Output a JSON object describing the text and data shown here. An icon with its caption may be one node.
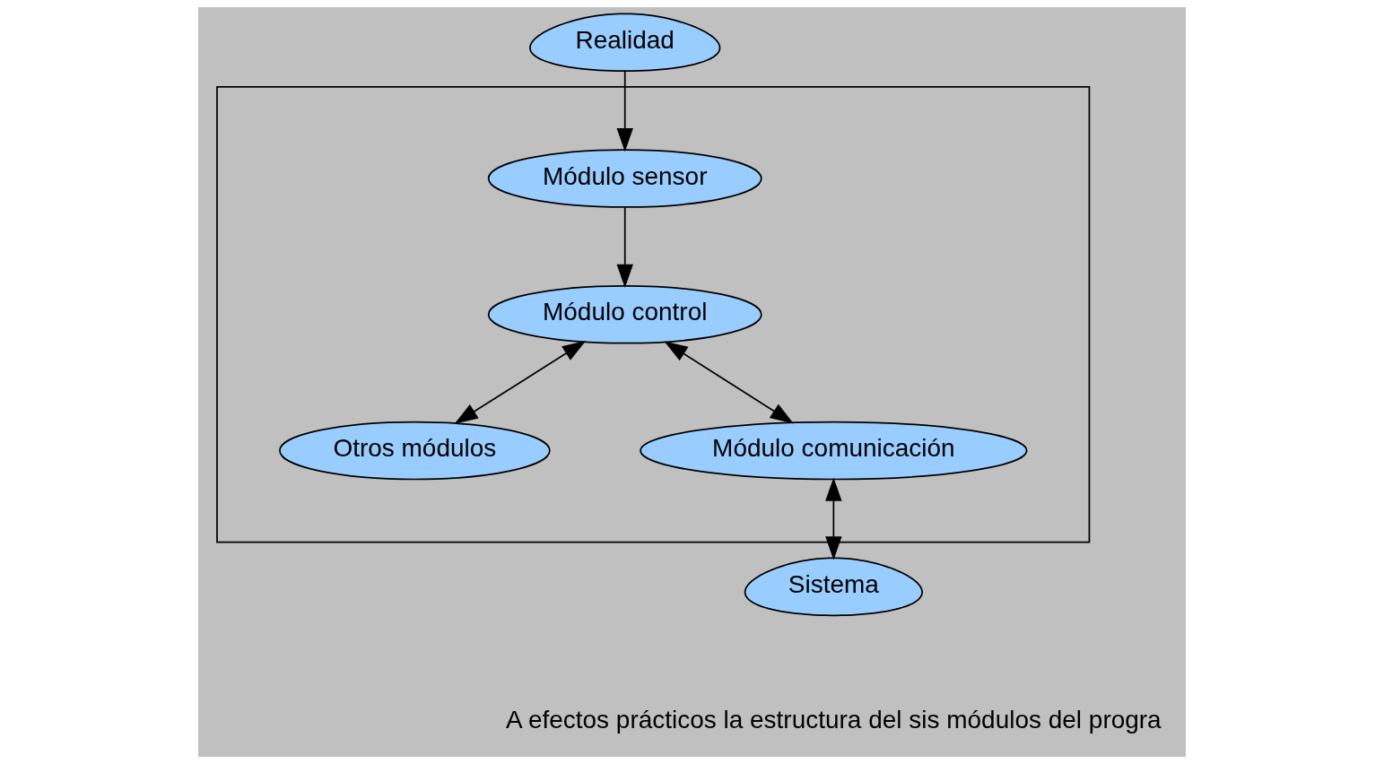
{
  "diagram": {
    "nodes": [
      {
        "text": [
          "Realidad"
        ]
      },
      {
        "text": [],
        "shape": "box"
      },
      {
        "text": [
          "Módulo sensor"
        ],
        "in": 1
      },
      {
        "text": [
          "Módulo control"
        ],
        "in": 1
      },
      {
        "text": [
          "Otros módulos"
        ],
        "in": 1
      },
      {
        "text": [
          "Módulo comunicación"
        ],
        "in": 1
      },
      {
        "text": [
          "Sistema"
        ]
      }
    ],
    "edges": [
      {
        "from": 0,
        "to": 2,
        "arrow": "to"
      },
      {
        "from": 2,
        "to": 3,
        "arrow": "to"
      },
      {
        "from": 3,
        "to": 4,
        "arrow": "both"
      },
      {
        "from": 3,
        "to": 5,
        "arrow": "both"
      },
      {
        "from": 5,
        "to": 6,
        "arrow": "both"
      }
    ],
    "labels": [
      "A efectos prácticos la estructura del sis módulos del progra"
    ]
  }
}
